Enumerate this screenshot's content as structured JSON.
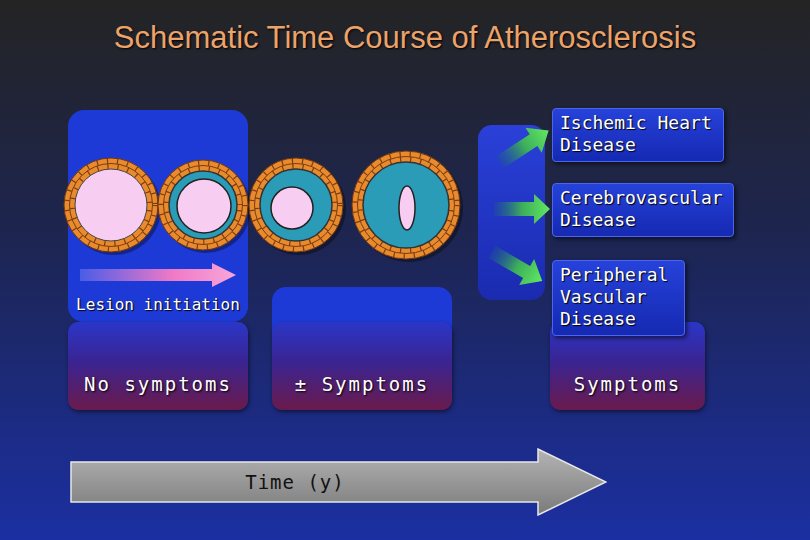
{
  "diagram": {
    "title": "Schematic Time Course of Atherosclerosis",
    "nodes": [
      {
        "text": [
          "Ischemic Heart Disease"
        ]
      },
      {
        "text": [
          "Cerebrovascular Disease"
        ]
      },
      {
        "text": [
          "Peripheral Vascular Disease"
        ]
      },
      {
        "text": [
          "Lesion initiation"
        ]
      },
      {
        "text": [
          "No symptoms"
        ]
      },
      {
        "text": [
          "± Symptoms"
        ]
      },
      {
        "text": [
          "Symptoms"
        ]
      },
      {
        "text": [
          "Time (y)"
        ]
      }
    ]
  }
}
